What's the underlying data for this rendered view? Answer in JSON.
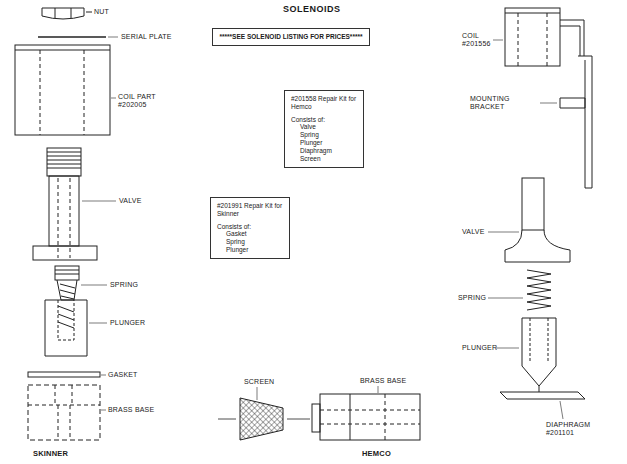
{
  "diagram": {
    "title": "SOLENOIDS",
    "nodes": [
      {
        "text": [
          "*****SEE SOLENOID LISTING FOR PRICES*****"
        ]
      },
      {
        "text": [
          "#201558 Repair Kit for Hemco",
          "Consists of:",
          "Valve",
          "Spring",
          "Plunger",
          "Diaphragm",
          "Screen"
        ]
      },
      {
        "text": [
          "#201991 Repair Kit for Skinner",
          "Consists of:",
          "Gasket",
          "Spring",
          "Plunger"
        ]
      }
    ],
    "labels": [
      "NUT",
      "SERIAL PLATE",
      "COIL PART #202005",
      "VALVE",
      "SPRING",
      "PLUNGER",
      "GASKET",
      "BRASS BASE",
      "SKINNER",
      "COIL #201556",
      "MOUNTING BRACKET",
      "VALVE",
      "SPRING",
      "PLUNGER",
      "DIAPHRAGM #201101",
      "SCREEN",
      "BRASS BASE",
      "HEMCO"
    ]
  }
}
